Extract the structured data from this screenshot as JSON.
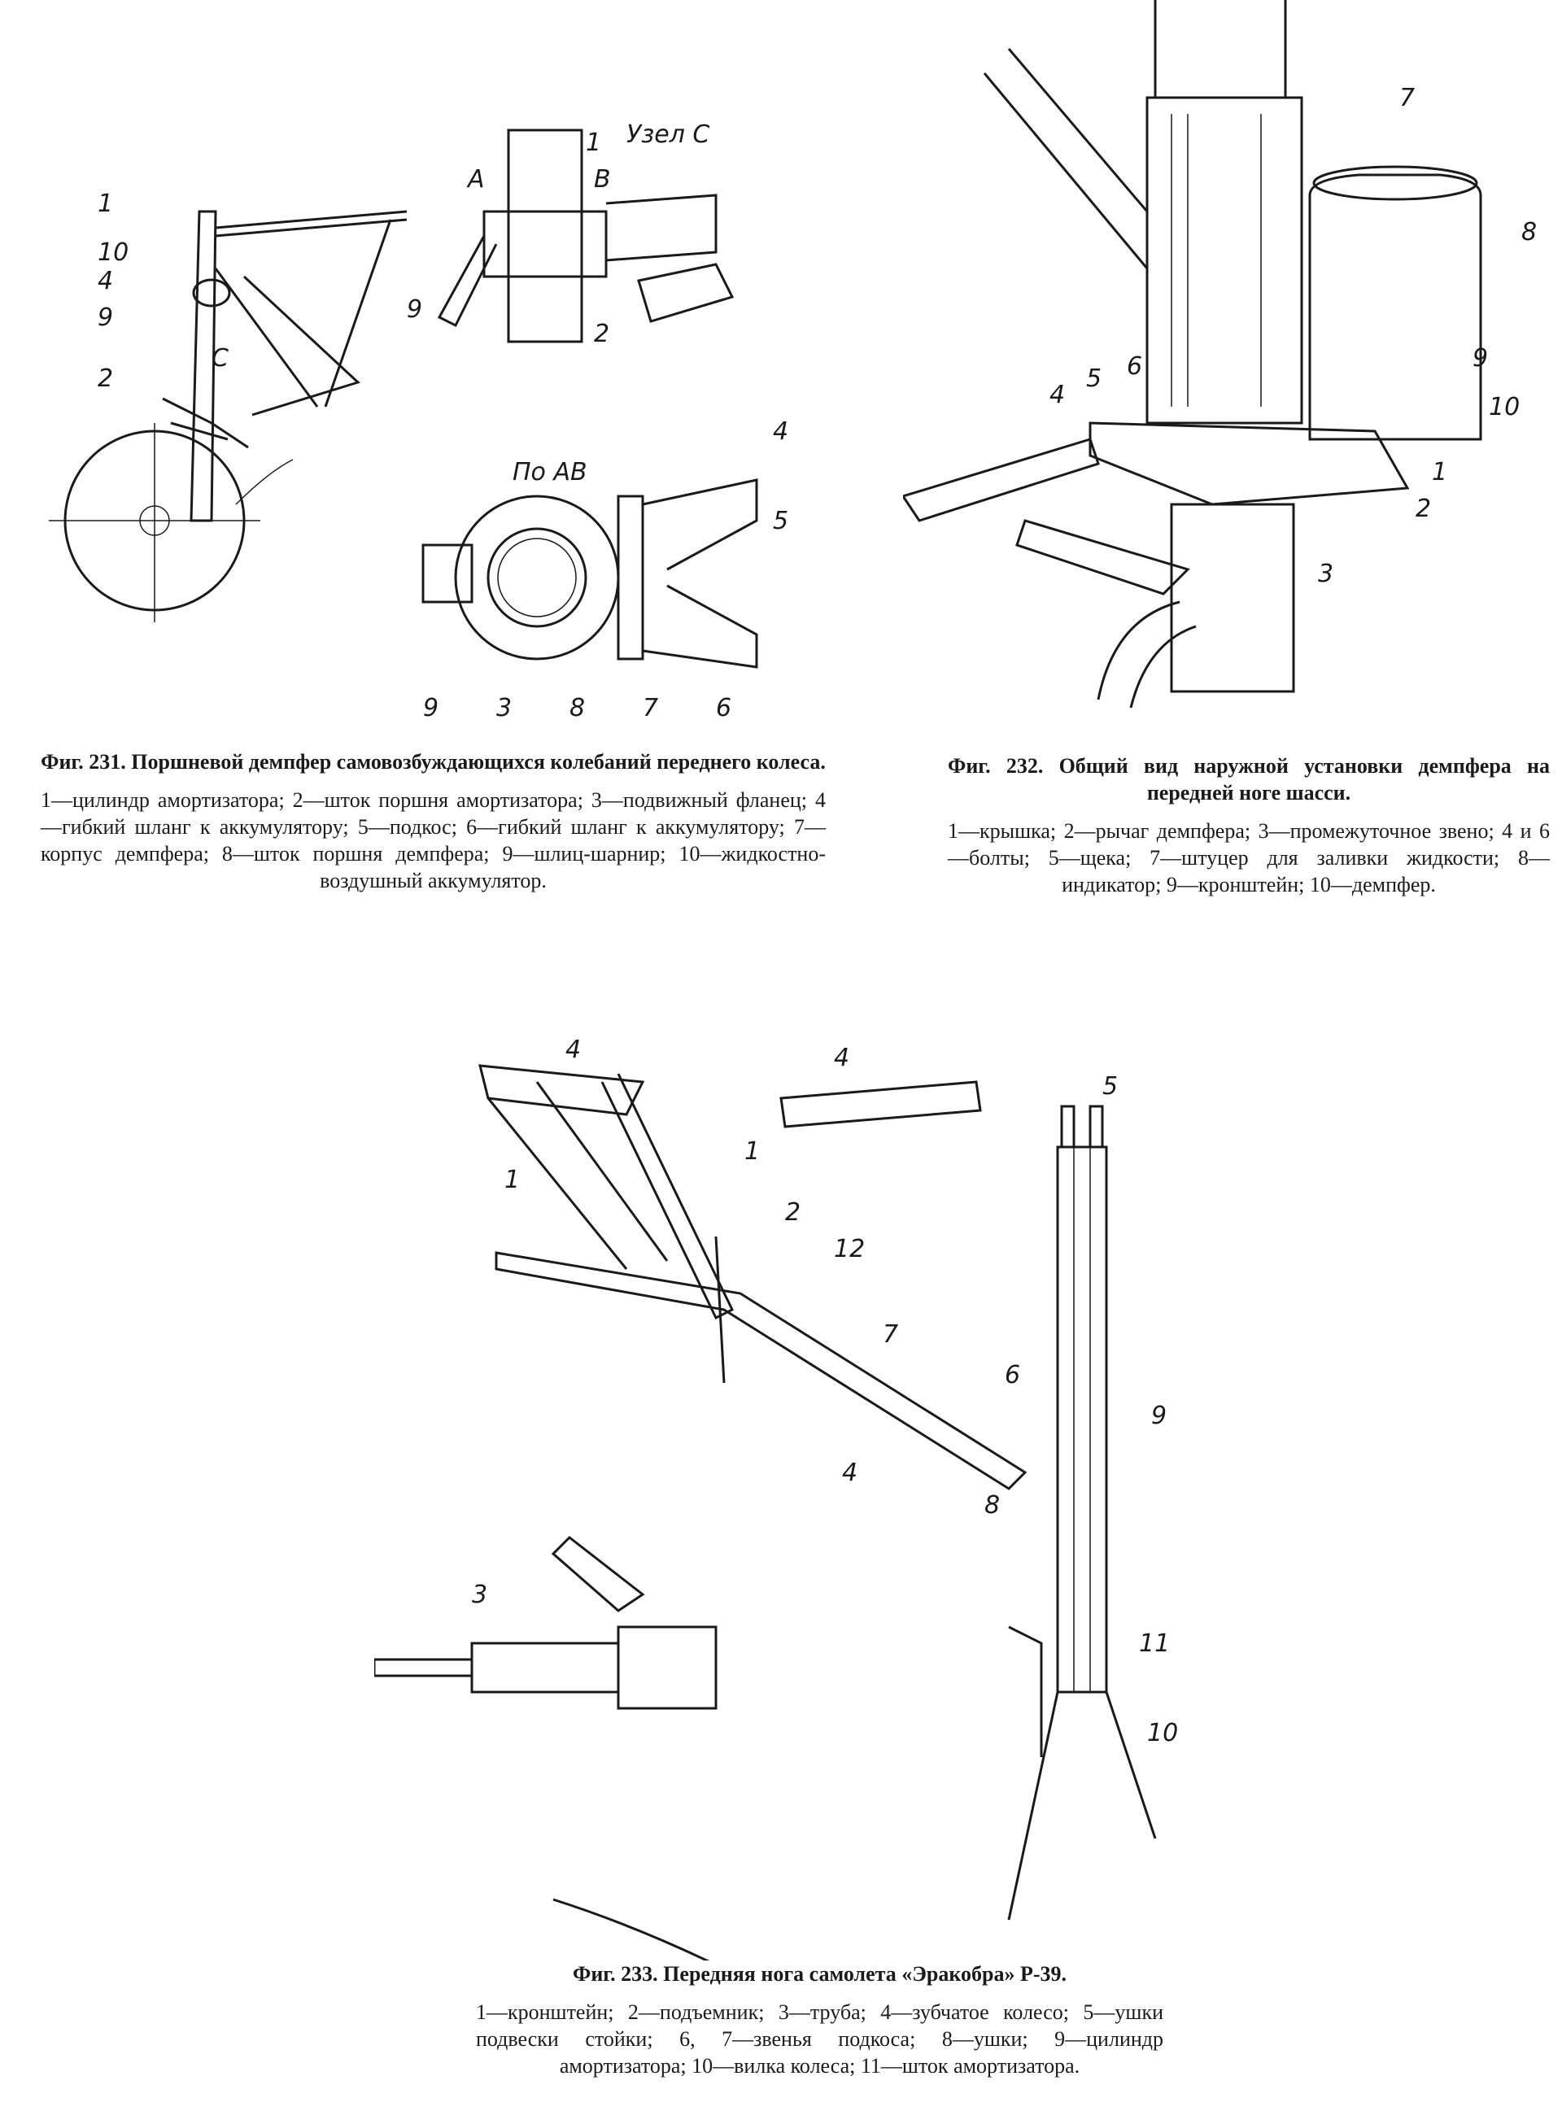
{
  "fig231": {
    "title": "Фиг. 231. Поршневой демпфер самовозбуждающихся колебаний переднего колеса.",
    "legend": "1—цилиндр амортизатора; 2—шток поршня амортизатора; 3—подвижный фланец; 4—гибкий шланг к аккумулятору; 5—подкос; 6—гибкий шланг к аккумулятору; 7—корпус демпфера; 8—шток поршня демпфера; 9—шлиц-шарнир; 10—жидкостно-воздушный аккумулятор.",
    "node_label": "Узел С",
    "section_label": "По АВ",
    "callouts": [
      "1",
      "10",
      "4",
      "9",
      "2",
      "C",
      "A",
      "B",
      "5",
      "6",
      "7",
      "8",
      "3"
    ]
  },
  "fig232": {
    "title": "Фиг. 232. Общий вид наружной установки демпфера на передней ноге шасси.",
    "legend": "1—крышка; 2—рычаг демпфера; 3—промежуточное звено; 4 и 6—болты; 5—щека; 7—штуцер для заливки жидкости; 8—индикатор; 9—кронштейн; 10—демпфер.",
    "callouts": [
      "7",
      "8",
      "9",
      "10",
      "1",
      "2",
      "3",
      "4",
      "5",
      "6"
    ]
  },
  "fig233": {
    "title": "Фиг. 233. Передняя нога самолета «Эракобра» Р-39.",
    "legend": "1—кронштейн; 2—подъемник; 3—труба; 4—зубчатое колесо; 5—ушки подвески стойки; 6, 7—звенья подкоса; 8—ушки; 9—цилиндр амортизатора; 10—вилка колеса; 11—шток амортизатора.",
    "callouts": [
      "4",
      "1",
      "2",
      "12",
      "7",
      "6",
      "5",
      "9",
      "8",
      "11",
      "10",
      "3"
    ]
  }
}
